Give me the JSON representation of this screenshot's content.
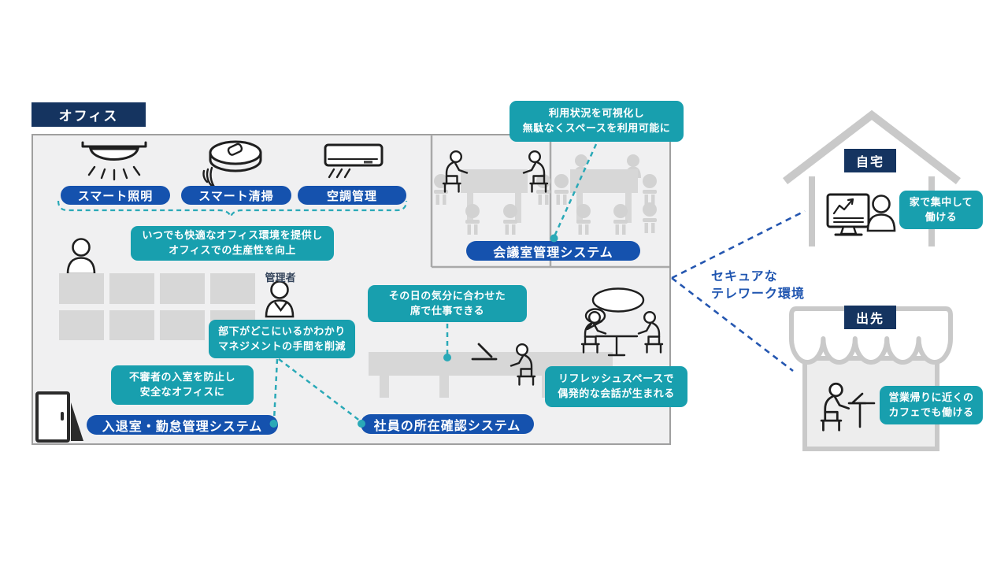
{
  "colors": {
    "navy": "#153460",
    "system_blue": "#1552ae",
    "callout_teal": "#189fae",
    "teal_connector": "#2aa9b7",
    "blue_dashed": "#2456b0",
    "furniture_gray": "#d7d7d7",
    "building_gray": "#c9c9c9"
  },
  "office": {
    "title": "オフィス",
    "device_labels": [
      "スマート照明",
      "スマート清掃",
      "空調管理"
    ],
    "callout_comfort": "いつでも快適なオフィス環境を提供し\nオフィスでの生産性を向上",
    "callout_meeting": "利用状況を可視化し\n無駄なくスペースを利用可能に",
    "system_meeting": "会議室管理システム",
    "manager_label": "管理者",
    "callout_manager": "部下がどこにいるかわかり\nマネジメントの手間を削減",
    "callout_security": "不審者の入室を防止し\n安全なオフィスに",
    "system_entry": "入退室・勤怠管理システム",
    "system_location": "社員の所在確認システム",
    "callout_seat": "その日の気分に合わせた\n席で仕事できる",
    "callout_refresh": "リフレッシュスペースで\n偶発的な会話が生まれる"
  },
  "telework": {
    "label": "セキュアな\nテレワーク環境"
  },
  "home": {
    "title": "自宅",
    "callout": "家で集中して\n働ける"
  },
  "out": {
    "title": "出先",
    "callout": "営業帰りに近くの\nカフェでも働ける"
  }
}
